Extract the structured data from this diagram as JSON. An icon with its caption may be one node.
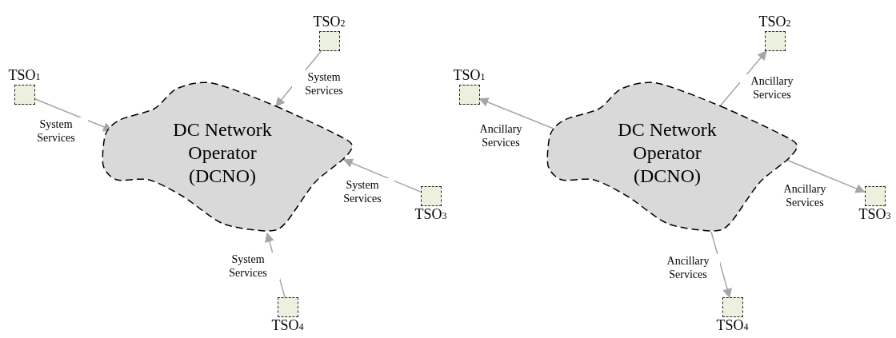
{
  "diagram": {
    "nodes": [
      {
        "text": [
          "DC Network Operator (DCNO)"
        ]
      },
      {
        "text": [
          "TSO$_{1}$"
        ]
      },
      {
        "text": [
          "TSO$_{2}$"
        ]
      },
      {
        "text": [
          "TSO$_{3}$"
        ]
      },
      {
        "text": [
          "TSO$_{4}$"
        ]
      },
      {
        "text": [
          "DC Network Operator (DCNO)"
        ]
      },
      {
        "text": [
          "TSO$_{1}$"
        ]
      },
      {
        "text": [
          "TSO$_{2}$"
        ]
      },
      {
        "text": [
          "TSO$_{3}$"
        ]
      },
      {
        "text": [
          "TSO$_{4}$"
        ]
      }
    ],
    "edges": [
      {
        "from": 1,
        "to": 0,
        "arrow": "to",
        "label": "System Services"
      },
      {
        "from": 2,
        "to": 0,
        "arrow": "to",
        "label": "System Services"
      },
      {
        "from": 3,
        "to": 0,
        "arrow": "to",
        "label": "System Services"
      },
      {
        "from": 4,
        "to": 0,
        "arrow": "to",
        "label": "System Services"
      },
      {
        "from": 5,
        "to": 6,
        "arrow": "to",
        "label": "Ancillary Services"
      },
      {
        "from": 5,
        "to": 7,
        "arrow": "to",
        "label": "Ancillary Services"
      },
      {
        "from": 5,
        "to": 8,
        "arrow": "to",
        "label": "Ancillary Services"
      },
      {
        "from": 5,
        "to": 9,
        "arrow": "to",
        "label": "Ancillary Services"
      }
    ]
  }
}
